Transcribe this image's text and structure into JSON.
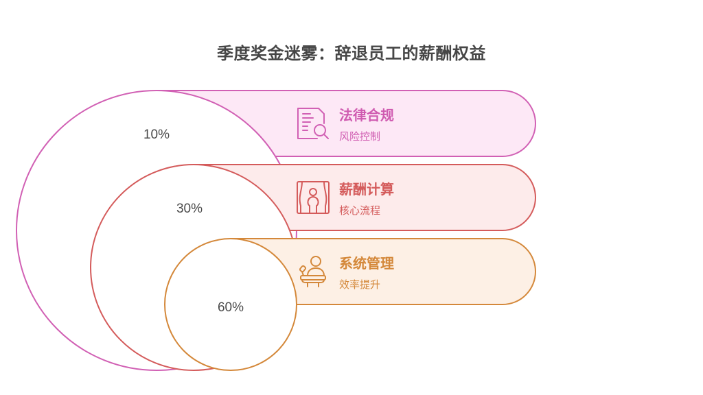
{
  "title": "季度奖金迷雾：辞退员工的薪酬权益",
  "colors": {
    "pink_stroke": "#D160B4",
    "pink_fill": "#FDE8F6",
    "pink_text": "#CF5AB0",
    "red_stroke": "#D45B5B",
    "red_fill": "#FDEBEB",
    "red_text": "#D45B5B",
    "orange_stroke": "#D4883A",
    "orange_fill": "#FDF0E5",
    "orange_text": "#D4883A"
  },
  "layers": [
    {
      "percent": "10%",
      "heading": "法律合规",
      "subheading": "风险控制",
      "icon": "document-search-icon"
    },
    {
      "percent": "30%",
      "heading": "薪酬计算",
      "subheading": "核心流程",
      "icon": "stage-person-icon"
    },
    {
      "percent": "60%",
      "heading": "系统管理",
      "subheading": "效率提升",
      "icon": "speaker-podium-icon"
    }
  ],
  "chart_data": {
    "type": "nested-circle-diagram",
    "title": "季度奖金迷雾：辞退员工的薪酬权益",
    "categories": [
      "法律合规",
      "薪酬计算",
      "系统管理"
    ],
    "subcategories": [
      "风险控制",
      "核心流程",
      "效率提升"
    ],
    "values": [
      10,
      30,
      60
    ],
    "unit": "%"
  }
}
